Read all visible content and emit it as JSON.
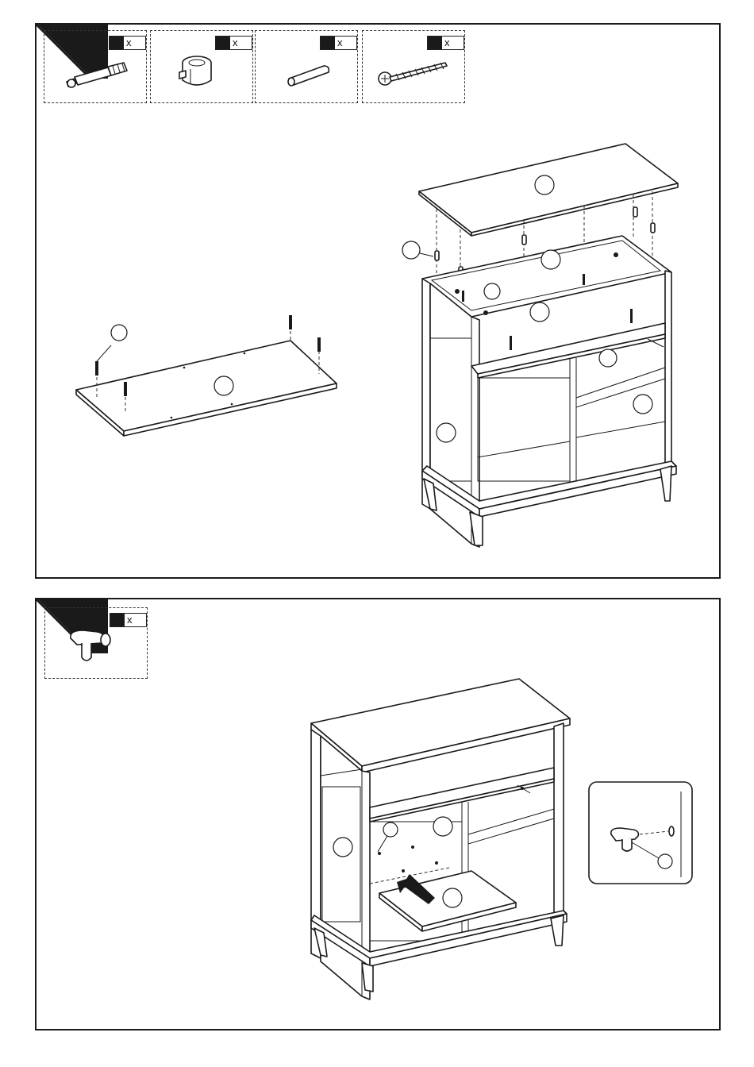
{
  "panels": [
    {
      "parts": [
        {
          "icon": "cam-bolt-icon",
          "qty_symbol": "x"
        },
        {
          "icon": "cam-lock-icon",
          "qty_symbol": "x"
        },
        {
          "icon": "wood-dowel-icon",
          "qty_symbol": "x"
        },
        {
          "icon": "screw-icon",
          "qty_symbol": "x"
        }
      ]
    },
    {
      "parts": [
        {
          "icon": "shelf-support-pin-icon",
          "qty_symbol": "x"
        }
      ]
    }
  ],
  "colors": {
    "line": "#1a1a1a",
    "background": "#ffffff"
  }
}
